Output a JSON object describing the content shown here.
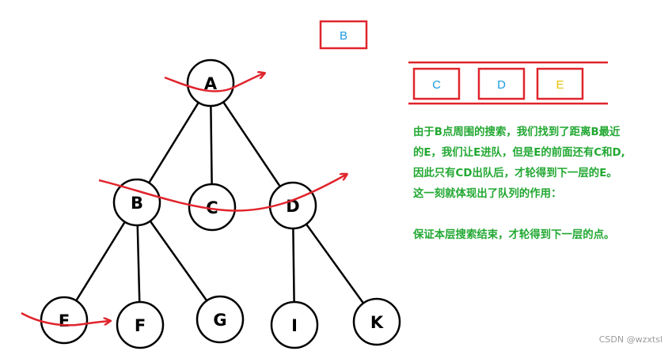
{
  "tree": {
    "nodes": [
      {
        "id": "A",
        "label": "A"
      },
      {
        "id": "B",
        "label": "B"
      },
      {
        "id": "C",
        "label": "C"
      },
      {
        "id": "D",
        "label": "D"
      },
      {
        "id": "E",
        "label": "E"
      },
      {
        "id": "F",
        "label": "F"
      },
      {
        "id": "G",
        "label": "G"
      },
      {
        "id": "I",
        "label": "I"
      },
      {
        "id": "K",
        "label": "K"
      }
    ],
    "edges": [
      [
        "A",
        "B"
      ],
      [
        "A",
        "C"
      ],
      [
        "A",
        "D"
      ],
      [
        "B",
        "E"
      ],
      [
        "B",
        "F"
      ],
      [
        "B",
        "G"
      ],
      [
        "D",
        "I"
      ],
      [
        "D",
        "K"
      ]
    ]
  },
  "current_node": {
    "label": "B",
    "text_color": "#1a9be0",
    "border_color": "#e0242c"
  },
  "queue": {
    "items": [
      {
        "label": "C",
        "color": "#1a9be0"
      },
      {
        "label": "D",
        "color": "#1a9be0"
      },
      {
        "label": "E",
        "color": "#e8c20a"
      }
    ],
    "border_color": "#e0242c"
  },
  "explanation": {
    "lines": [
      "由于B点周围的搜索，我们找到了距离B最近",
      "的E，我们让E进队，但是E的前面还有C和D,",
      "因此只有CD出队后，才轮得到下一层的E。",
      "这一刻就体现出了队列的作用：",
      "保证本层搜索结束，才轮得到下一层的点。"
    ],
    "color": "#22a832"
  },
  "arrow_color": "#e0242c",
  "watermark": "CSDN @wzxtsl"
}
